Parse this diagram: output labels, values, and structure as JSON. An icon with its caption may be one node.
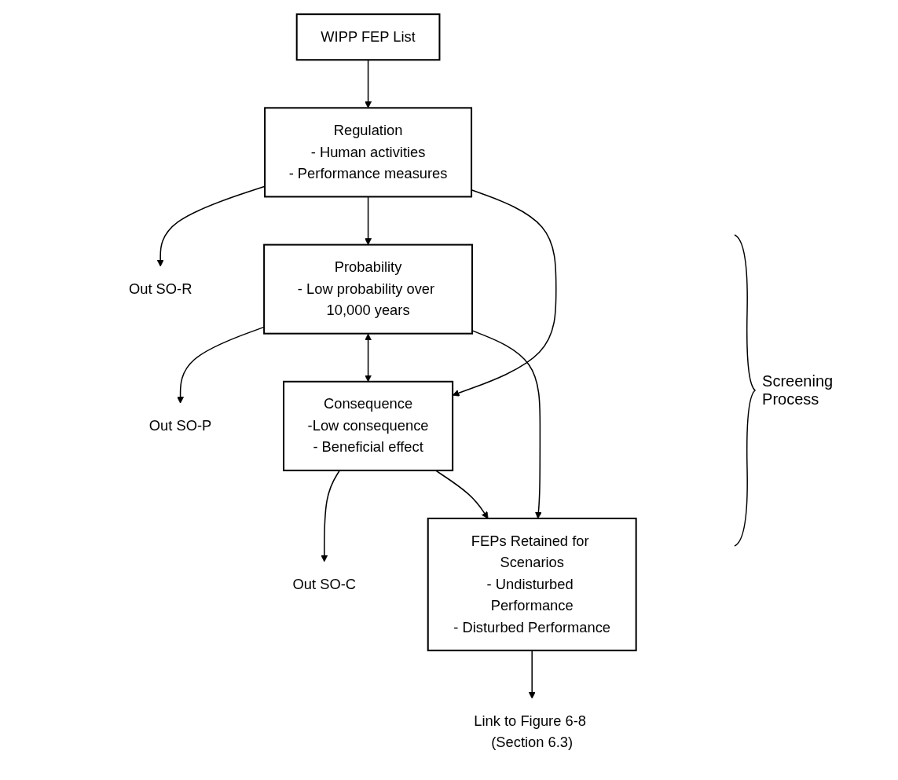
{
  "diagram": {
    "nodes": [
      {
        "text": [
          "WIPP FEP List"
        ]
      },
      {
        "text": [
          "Regulation",
          "- Human activities",
          "- Performance measures"
        ]
      },
      {
        "text": [
          "Out SO-R"
        ]
      },
      {
        "text": [
          "Probability",
          "- Low probability over 10,000 years"
        ]
      },
      {
        "text": [
          "Out SO-P"
        ]
      },
      {
        "text": [
          "Consequence",
          "-Low consequence",
          "- Beneficial effect"
        ]
      },
      {
        "text": [
          "Out SO-C"
        ]
      },
      {
        "text": [
          "FEPs Retained for Scenarios",
          "- Undisturbed Performance",
          "- Disturbed Performance"
        ]
      },
      {
        "text": [
          "Link to Figure 6-8 (Section 6.3)"
        ]
      }
    ],
    "edges": [
      {
        "from": 0,
        "to": 1,
        "arrow": "to"
      },
      {
        "from": 1,
        "to": 2,
        "arrow": "to"
      },
      {
        "from": 1,
        "to": 3,
        "arrow": "to"
      },
      {
        "from": 1,
        "to": 5,
        "arrow": "to"
      },
      {
        "from": 3,
        "to": 4,
        "arrow": "to"
      },
      {
        "from": 3,
        "to": 5,
        "arrow": "both"
      },
      {
        "from": 5,
        "to": 6,
        "arrow": "to"
      },
      {
        "from": 3,
        "to": 7,
        "arrow": "to"
      },
      {
        "from": 5,
        "to": 7,
        "arrow": "to"
      },
      {
        "from": 7,
        "to": 8,
        "arrow": "to"
      }
    ],
    "labels": [
      "Screening Process"
    ]
  }
}
